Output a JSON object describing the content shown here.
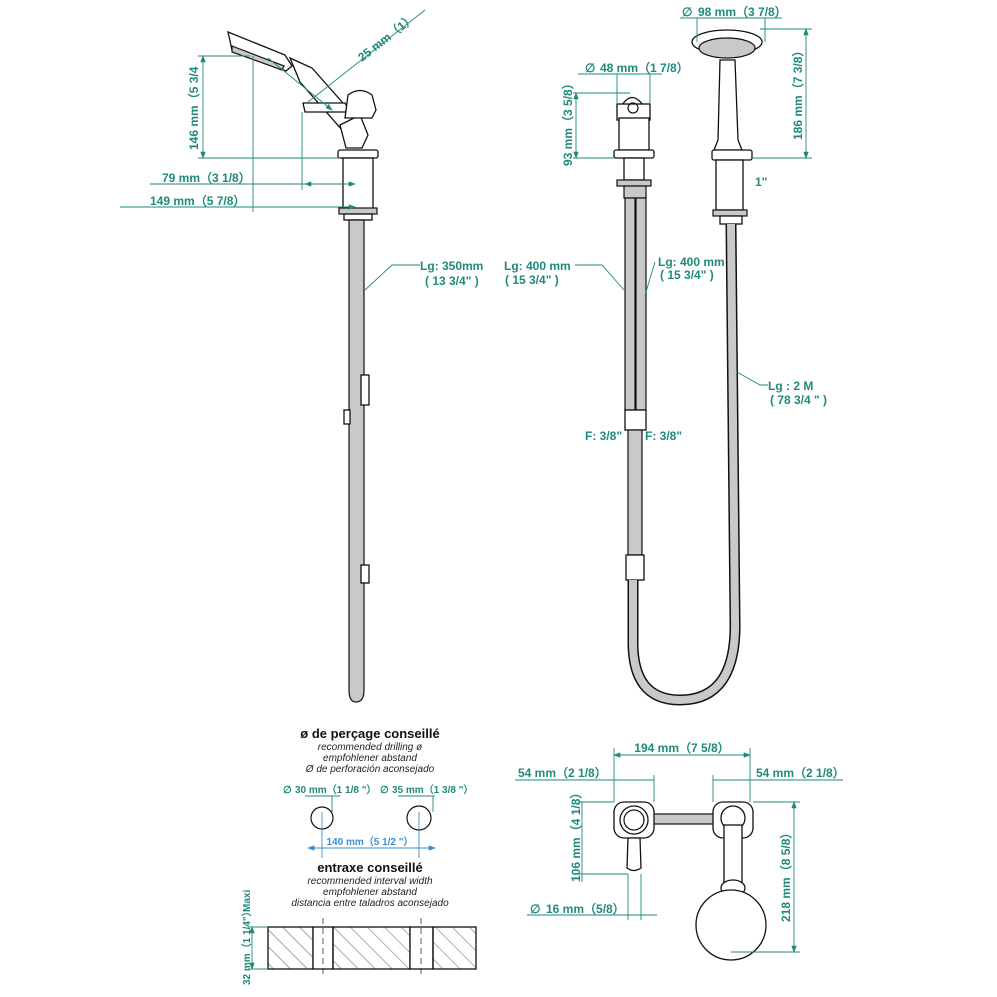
{
  "colors": {
    "dimension": "#1f8a7c",
    "spacing_dimension": "#3a8fd0",
    "outline": "#111111"
  },
  "side_view": {
    "diameter_handle": "25 mm（1）",
    "height": "146 mm（5 3/4",
    "offset_lever": "79 mm（3 1/8）",
    "offset_head": "149 mm（5 7/8）",
    "hose_length": "Lg: 350mm",
    "hose_length_in": "( 13 3/4\" )"
  },
  "front_view": {
    "valve_diameter": "48 mm（1 7/8）",
    "valve_height": "93 mm（3 5/8）",
    "head_diameter": "98 mm（3 7/8）",
    "head_height": "186 mm（7 3/8）",
    "thread": "1\"",
    "hose_left_length": "Lg: 400 mm",
    "hose_left_length_in": "( 15 3/4\" )",
    "hose_right_length": "Lg: 400 mm",
    "hose_right_length_in": "( 15 3/4\" )",
    "connection_left": "F: 3/8\"",
    "connection_right": "F: 3/8\"",
    "shower_hose_length": "Lg : 2 M",
    "shower_hose_length_in": "( 78 3/4 \" )"
  },
  "drilling": {
    "title": "ø de perçage conseillé",
    "subtitle_en": "recommended drilling ø",
    "subtitle_de": "empfohlener abstand",
    "subtitle_es": "Ø de perforación aconsejado",
    "hole_left": "30 mm（1 1/8 \"）",
    "hole_right": "35 mm（1 3/8 \"）",
    "spacing": "140 mm（5 1/2 \"）",
    "diameter_symbol": "∅"
  },
  "interval": {
    "title": "entraxe conseillé",
    "subtitle_en": "recommended interval width",
    "subtitle_de": "empfohlener abstand",
    "subtitle_es": "distancia entre taladros aconsejado",
    "thickness": "32 mm（1 1/4\"）",
    "max_label": "Maxi"
  },
  "top_view": {
    "overall_width": "194 mm（7 5/8）",
    "left_offset": "54 mm（2 1/8）",
    "right_offset": "54 mm（2 1/8）",
    "lever_length": "106 mm（4 1/8）",
    "lever_diameter": "16 mm（5/8）",
    "depth": "218 mm（8 5/8）",
    "diameter_symbol": "∅"
  }
}
